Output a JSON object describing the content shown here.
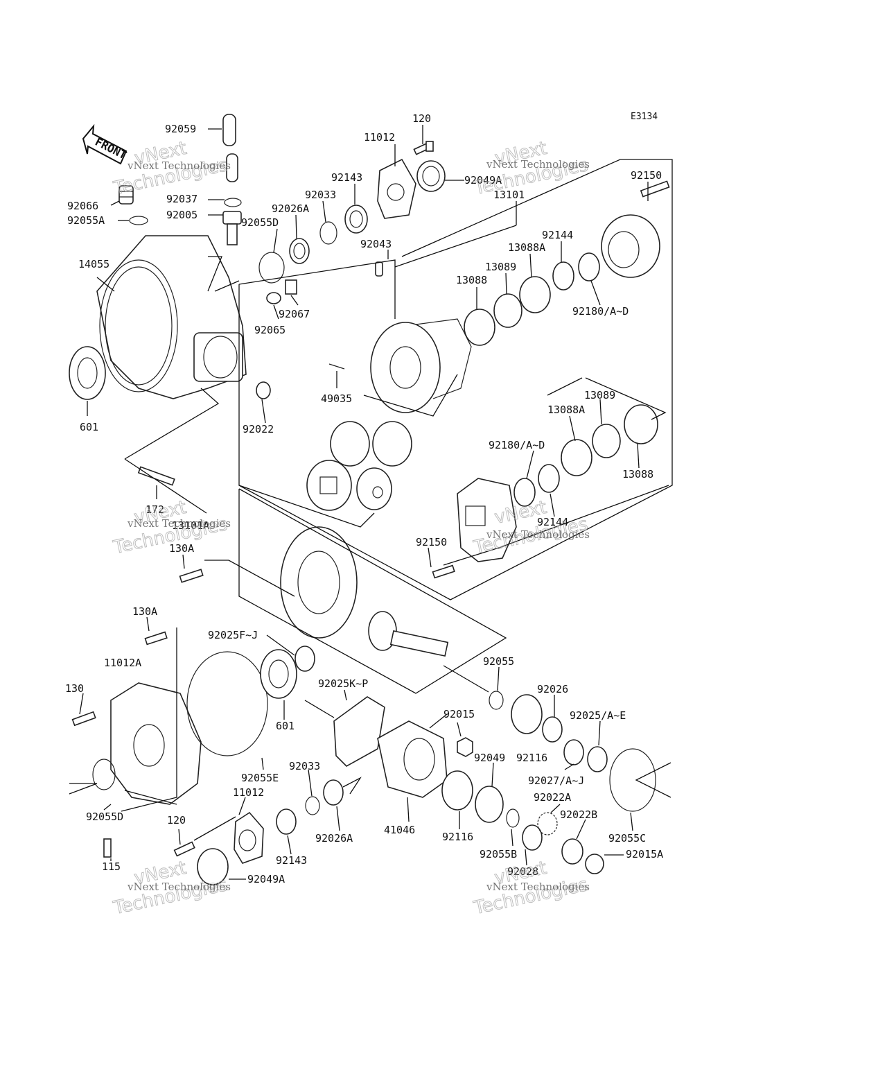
{
  "diagram_code": "E3134",
  "front_label": "FRONT",
  "watermark": {
    "line1": "vNext Technologies",
    "line2": "vNext",
    "line3": "Technologies"
  },
  "part_labels": [
    "92059",
    "120",
    "11012",
    "92143",
    "92049A",
    "92033",
    "92026A",
    "92066",
    "92055A",
    "92037",
    "92005",
    "92055D",
    "13101",
    "92150",
    "92144",
    "13088A",
    "14055",
    "92043",
    "13089",
    "13088",
    "92180/A~D",
    "92067",
    "92065",
    "49035",
    "601",
    "92022",
    "13089",
    "13088A",
    "92180/A~D",
    "13088",
    "172",
    "13101A",
    "92144",
    "130A",
    "92150",
    "130A",
    "92025F~J",
    "92055",
    "11012A",
    "92025K~P",
    "92026",
    "130",
    "92015",
    "92025/A~E",
    "601",
    "92116",
    "92055E",
    "92033",
    "92049",
    "92027/A~J",
    "11012",
    "92022A",
    "92022B",
    "41046",
    "92116",
    "92026A",
    "92055D",
    "92055C",
    "120",
    "92055B",
    "92015A",
    "115",
    "92143",
    "92028",
    "92049A"
  ]
}
